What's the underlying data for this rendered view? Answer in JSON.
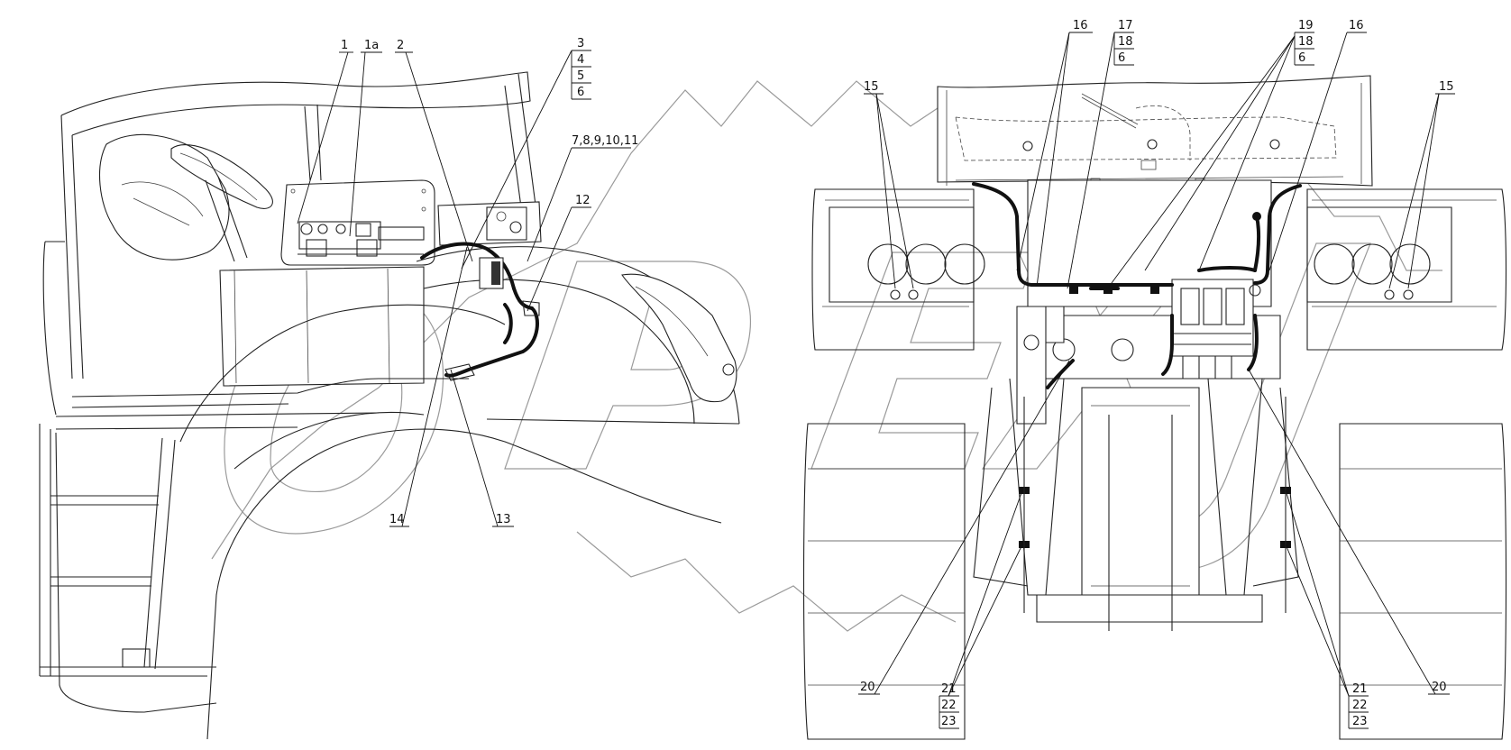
{
  "watermark": "",
  "corner_code": "",
  "callouts_left": {
    "c1": "1",
    "c1a": "1a",
    "c2": "2",
    "c3": "3",
    "c4": "4",
    "c5": "5",
    "c6": "6",
    "c7_11": "7,8,9,10,11",
    "c12": "12",
    "c13": "13",
    "c14": "14"
  },
  "callouts_right": {
    "c16a": "16",
    "c17": "17",
    "c18a": "18",
    "c6a": "6",
    "c19": "19",
    "c18b": "18",
    "c6b": "6",
    "c16b": "16",
    "c15a": "15",
    "c15b": "15",
    "c20a": "20",
    "c20b": "20",
    "c21a": "21",
    "c22a": "22",
    "c23a": "23",
    "c21b": "21",
    "c22b": "22",
    "c23b": "23"
  }
}
